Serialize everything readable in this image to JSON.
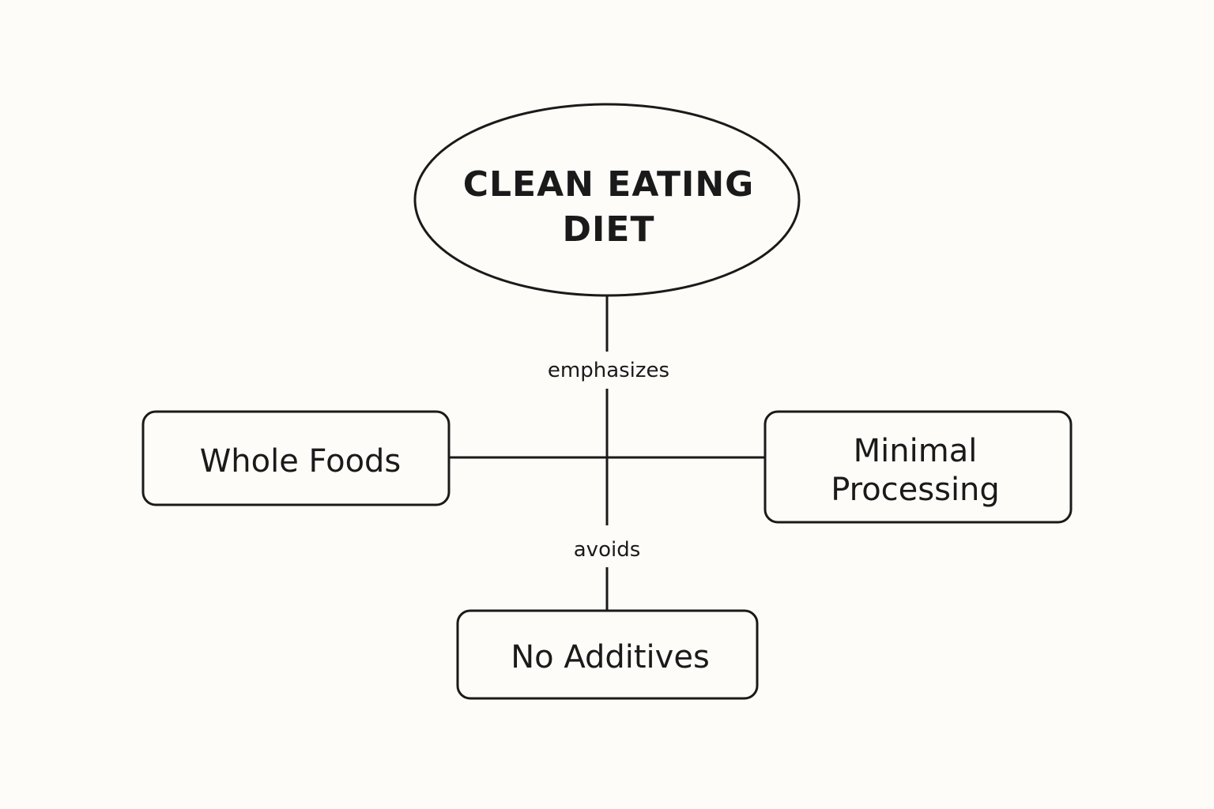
{
  "diagram": {
    "central_node": {
      "line1": "CLEAN EATING",
      "line2": "DIET"
    },
    "edge_labels": {
      "top": "emphasizes",
      "bottom": "avoids"
    },
    "nodes": {
      "left": "Whole Foods",
      "right_line1": "Minimal",
      "right_line2": "Processing",
      "bottom": "No Additives"
    }
  }
}
